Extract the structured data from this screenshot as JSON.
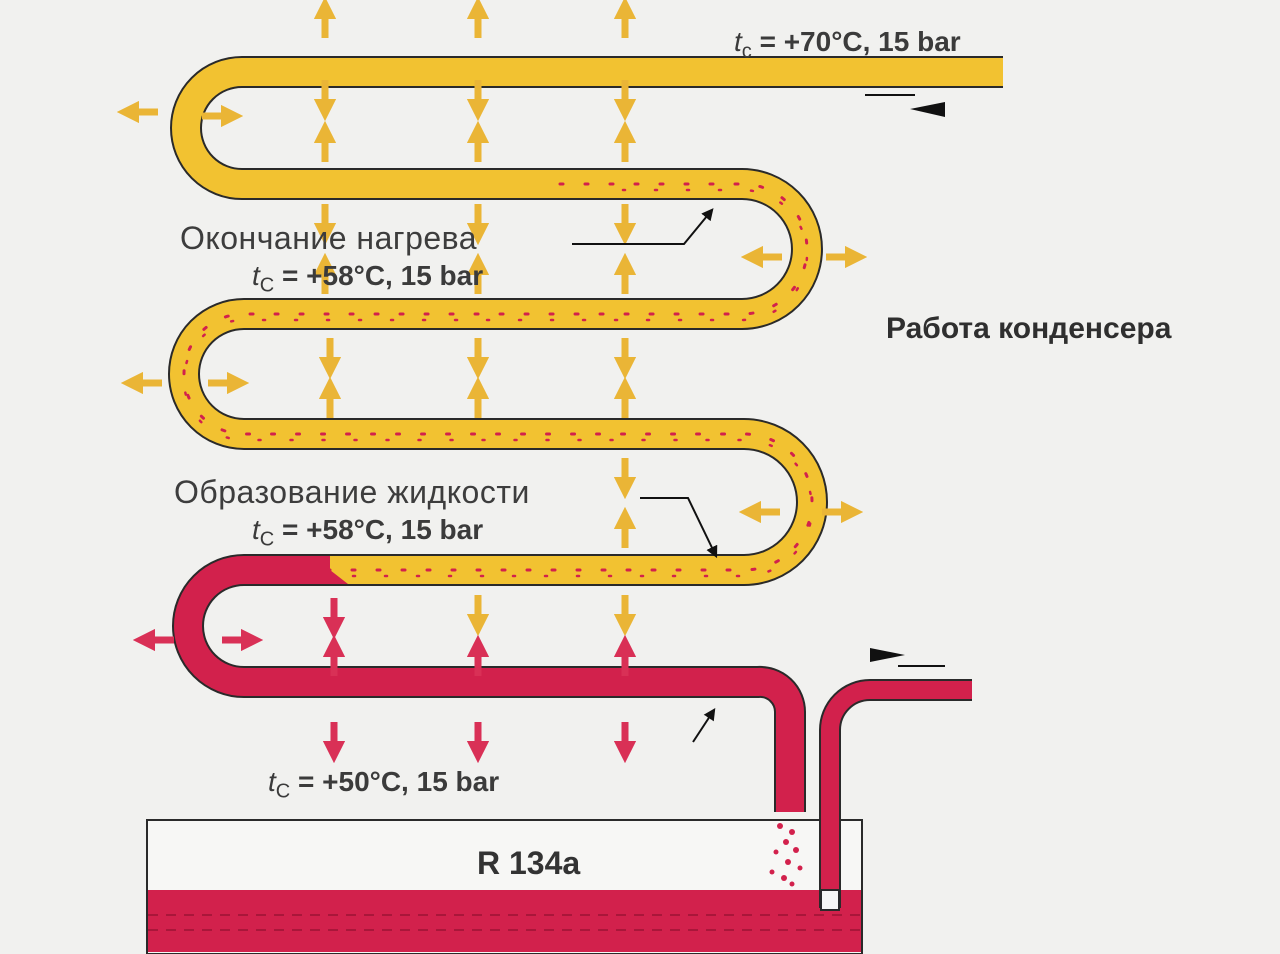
{
  "diagram": {
    "panel_title": "Работа конденсера",
    "top_condition": {
      "symbol": "t",
      "subscript": "c",
      "value": "= +70°C, 15 bar"
    },
    "stage_heating_end": {
      "title": "Окончание нагрева",
      "symbol": "t",
      "subscript": "C",
      "value": "= +58°C, 15 bar"
    },
    "stage_liquid_formation": {
      "title": "Образование жидкости",
      "symbol": "t",
      "subscript": "C",
      "value": "= +58°C, 15 bar"
    },
    "bottom_condition": {
      "symbol": "t",
      "subscript": "C",
      "value": "= +50°C, 15 bar"
    },
    "tank_label": "R 134a",
    "colors": {
      "gas": "#f2c231",
      "liquid": "#d2214c",
      "heat_arrow_gas": "#eab536",
      "heat_arrow_liquid": "#d93056",
      "outline": "#2a2a2a"
    }
  }
}
